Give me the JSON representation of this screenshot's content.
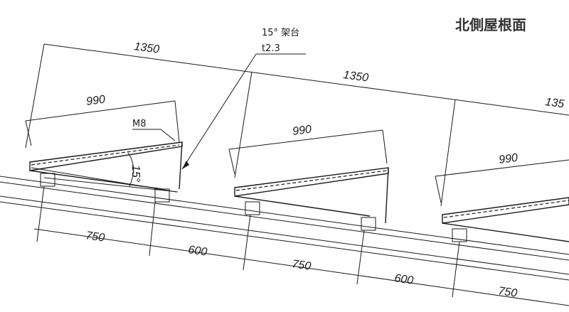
{
  "title": "北側屋根面",
  "frame_note": {
    "angle_spec": "15° 架台",
    "thickness": "t2.3"
  },
  "bolt_label": "M8",
  "angle_label": "15°",
  "top_dimensions": {
    "span_1": "1350",
    "span_2": "1350",
    "span_3": "135"
  },
  "panel_dimensions": {
    "panel_1": "990",
    "panel_2": "990",
    "panel_3": "990"
  },
  "bottom_dimensions": {
    "d1": "750",
    "d2": "600",
    "d3": "750",
    "d4": "600",
    "d5": "750"
  }
}
